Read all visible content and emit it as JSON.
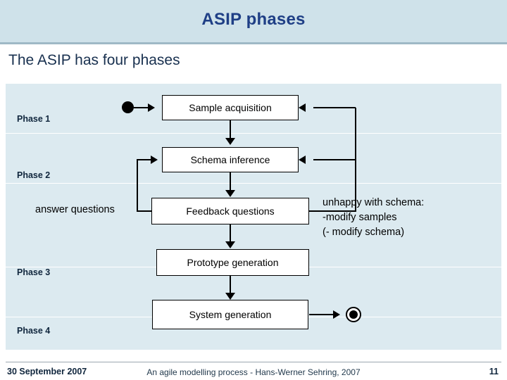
{
  "slide": {
    "title": "ASIP phases",
    "subtitle": "The ASIP has four phases"
  },
  "phases": [
    {
      "label": "Phase 1"
    },
    {
      "label": "Phase 2"
    },
    {
      "label": "Phase 3"
    },
    {
      "label": "Phase 4"
    }
  ],
  "diagram": {
    "type": "activity-diagram",
    "nodes": [
      {
        "id": "start",
        "kind": "initial-node"
      },
      {
        "id": "sample-acquisition",
        "kind": "activity",
        "label": "Sample acquisition"
      },
      {
        "id": "schema-inference",
        "kind": "activity",
        "label": "Schema inference"
      },
      {
        "id": "feedback-questions",
        "kind": "activity",
        "label": "Feedback questions"
      },
      {
        "id": "prototype-generation",
        "kind": "activity",
        "label": "Prototype generation"
      },
      {
        "id": "system-generation",
        "kind": "activity",
        "label": "System generation"
      },
      {
        "id": "end",
        "kind": "final-node"
      }
    ],
    "labels": {
      "answer_questions": "answer questions",
      "unhappy_line1": "unhappy with schema:",
      "unhappy_line2": "-modify samples",
      "unhappy_line3": "(- modify schema)"
    }
  },
  "footer": {
    "date": "30 September 2007",
    "center": "An agile modelling process - Hans-Werner Sehring, 2007",
    "page": "11"
  },
  "colors": {
    "title": "#1f3f86",
    "header_band": "#cfe2ea",
    "swimlane": "#dceaf0",
    "box_fill": "#ffffff",
    "line": "#000000"
  }
}
